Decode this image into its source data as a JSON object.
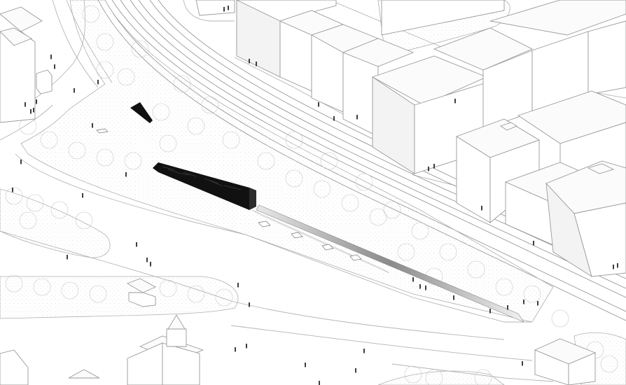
{
  "scene": {
    "background_color": "#ffffff",
    "line_color": "#9a9a9a",
    "memorial_color": "#111111",
    "park_dot_color": "#cfcfcf",
    "people_color": "#2a2a2a",
    "elements": {
      "buildings": "isometric-blocks",
      "rail_tracks": 4,
      "memorial_monolith": "black-wedge",
      "memorial_path": "gradient-strip",
      "trees": "outline-canopies"
    }
  }
}
